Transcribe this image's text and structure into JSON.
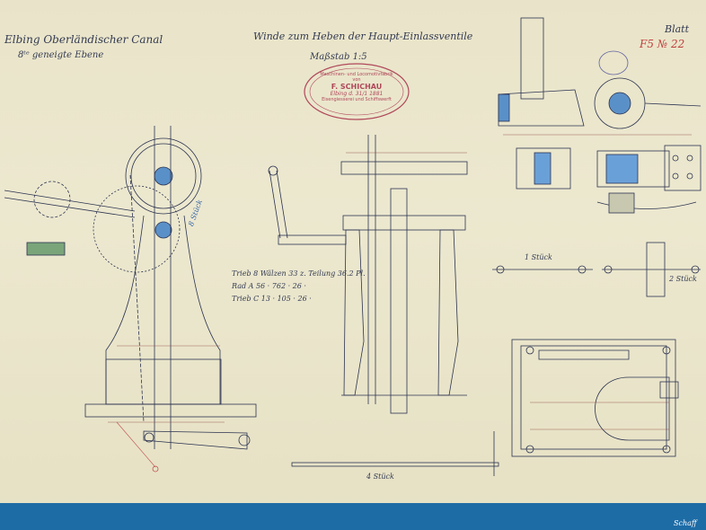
{
  "sheet": {
    "title_left": "Elbing Oberländischer Canal",
    "subtitle_left": "8ᵗᵉ geneigte Ebene",
    "title_center": "Winde zum Heben der Haupt-Einlassventile",
    "scale": "Maßstab 1:5",
    "blatt": "Blatt",
    "archive_number": "F5 № 22",
    "blue_pencil_note": "8 Stück",
    "table": {
      "row1": "Trieb 8 Wälzen 33 z. Teilung 36.2 Pl.",
      "row2": "Rad A 56 · 762 · 26 ·",
      "row3": "Trieb C 13 · 105 · 26 ·"
    },
    "label_1_stueck": "1 Stück",
    "label_4_stueck": "4 Stück",
    "label_2_stueck": "2 Stück",
    "corner_mark": "Schaff"
  },
  "stamp": {
    "line1": "Maschinen- und Locomotivfabrik",
    "line2": "von",
    "line3": "F. SCHICHAU",
    "line4": "Elbing d. 31/1 1881",
    "line5": "Eisengiesserei und Schiffswerft"
  }
}
